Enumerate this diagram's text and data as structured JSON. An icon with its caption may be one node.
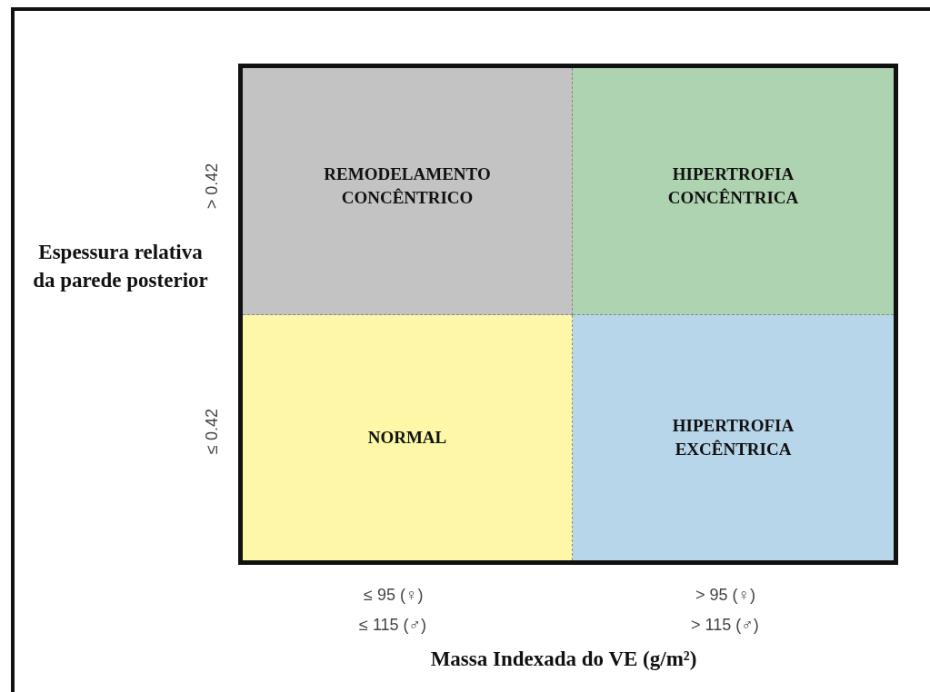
{
  "diagram": {
    "nodes": [
      {
        "text": [
          "REMODELAMENTO CONCÊNTRICO"
        ]
      },
      {
        "text": [
          "HIPERTROFIA CONCÊNTRICA"
        ]
      },
      {
        "text": [
          "NORMAL"
        ]
      },
      {
        "text": [
          "HIPERTROFIA EXCÊNTRICA"
        ]
      }
    ],
    "labels": [
      "Espessura relativa da parede posterior",
      "> 0.42",
      "≤ 0.42",
      "≤ 95 (♀)",
      "≤ 115 (♂)",
      "> 95 (♀)",
      "> 115 (♂)",
      "Massa Indexada do VE (g/m²)"
    ]
  }
}
